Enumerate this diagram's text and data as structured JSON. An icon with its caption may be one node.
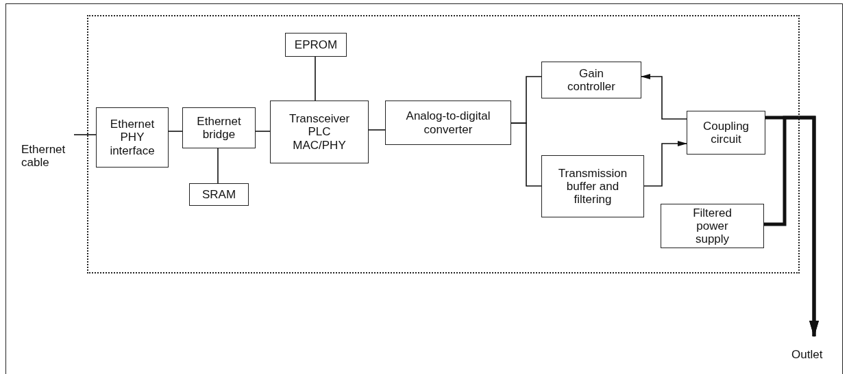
{
  "diagram": {
    "nodes": [
      {
        "text": [],
        "shape": "box"
      },
      {
        "text": [
          "Ethernet cable"
        ]
      },
      {
        "text": [
          "Ethernet PHY interface"
        ],
        "in": 0
      },
      {
        "text": [
          "Ethernet bridge"
        ],
        "in": 0
      },
      {
        "text": [
          "SRAM"
        ],
        "in": 0
      },
      {
        "text": [
          "EPROM"
        ],
        "in": 0
      },
      {
        "text": [
          "Transceiver PLC MAC/PHY"
        ],
        "in": 0
      },
      {
        "text": [
          "Analog-to-digital converter"
        ],
        "in": 0
      },
      {
        "text": [
          "Gain controller"
        ],
        "in": 0
      },
      {
        "text": [
          "Transmission buffer and filtering"
        ],
        "in": 0
      },
      {
        "text": [
          "Coupling circuit"
        ],
        "in": 0
      },
      {
        "text": [
          "Filtered power supply"
        ],
        "in": 0
      },
      {
        "text": [
          "Outlet"
        ]
      }
    ],
    "edges": [
      {
        "from": 1,
        "to": 2,
        "arrow": "none"
      },
      {
        "from": 2,
        "to": 3,
        "arrow": "none"
      },
      {
        "from": 3,
        "to": 4,
        "arrow": "none"
      },
      {
        "from": 3,
        "to": 6,
        "arrow": "none"
      },
      {
        "from": 5,
        "to": 6,
        "arrow": "none"
      },
      {
        "from": 6,
        "to": 7,
        "arrow": "none"
      },
      {
        "from": 7,
        "to": 8,
        "arrow": "none"
      },
      {
        "from": 7,
        "to": 9,
        "arrow": "none"
      },
      {
        "from": 10,
        "to": 8,
        "arrow": "to"
      },
      {
        "from": 9,
        "to": 10,
        "arrow": "to"
      },
      {
        "from": 10,
        "to": 12,
        "arrow": "to",
        "style": "thick"
      },
      {
        "from": 11,
        "to": 12,
        "arrow": "to",
        "style": "thick"
      }
    ]
  }
}
